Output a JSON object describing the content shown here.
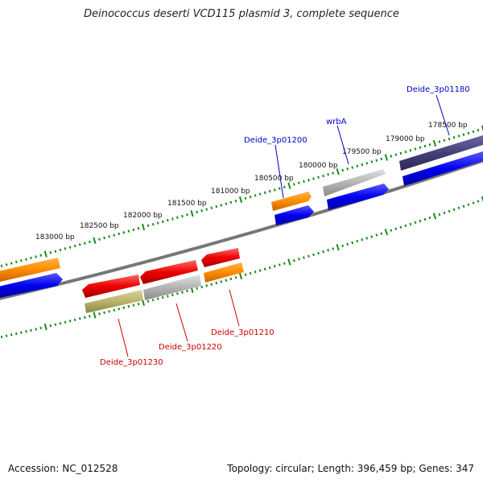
{
  "title": "Deinococcus deserti VCD115 plasmid 3, complete sequence",
  "footer": {
    "accession": "Accession: NC_012528",
    "summary": "Topology: circular; Length: 396,459 bp; Genes: 347"
  },
  "ruler_labels": [
    "178500 bp",
    "179000 bp",
    "179500 bp",
    "180000 bp",
    "180500 bp",
    "181000 bp",
    "181500 bp",
    "182000 bp",
    "182500 bp",
    "183000 bp"
  ],
  "callouts": [
    {
      "id": "deide_3p01180",
      "text": "Deide_3p01180",
      "color": "#0000cc"
    },
    {
      "id": "wrba",
      "text": "wrbA",
      "color": "#0000cc"
    },
    {
      "id": "deide_3p01200",
      "text": "Deide_3p01200",
      "color": "#0000cc"
    },
    {
      "id": "deide_3p01210",
      "text": "Deide_3p01210",
      "color": "#cc0000"
    },
    {
      "id": "deide_3p01220",
      "text": "Deide_3p01220",
      "color": "#cc0000"
    },
    {
      "id": "deide_3p01230",
      "text": "Deide_3p01230",
      "color": "#cc0000"
    }
  ],
  "colors": {
    "backbone": "#777777",
    "ticks": "#1a8a1a",
    "cds_blue": "#0000ee",
    "orange": "#ff8c00",
    "red": "#ee0000",
    "gray": "#b4b4b4",
    "olive": "#b8b46a",
    "purple": "#45407a"
  }
}
